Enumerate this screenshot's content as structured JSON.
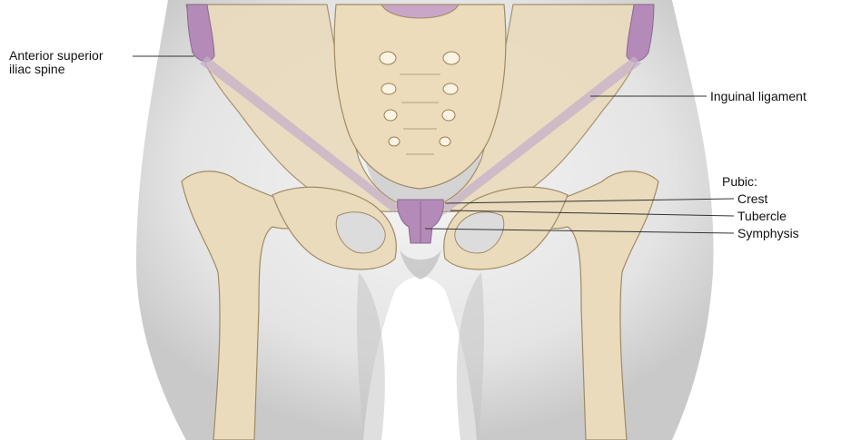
{
  "labels": {
    "asis_line1": "Anterior superior",
    "asis_line2": "iliac spine",
    "inguinal": "Inguinal ligament",
    "pubic": "Pubic:",
    "crest": "Crest",
    "tubercle": "Tubercle",
    "symphysis": "Symphysis"
  },
  "colors": {
    "bone": "#eadbbd",
    "bone_outline": "#a08a62",
    "highlight": "#b48ab8",
    "skin_light": "#f1f1f1",
    "skin_shadow": "#cfcfcf",
    "leader_line": "#333333"
  }
}
